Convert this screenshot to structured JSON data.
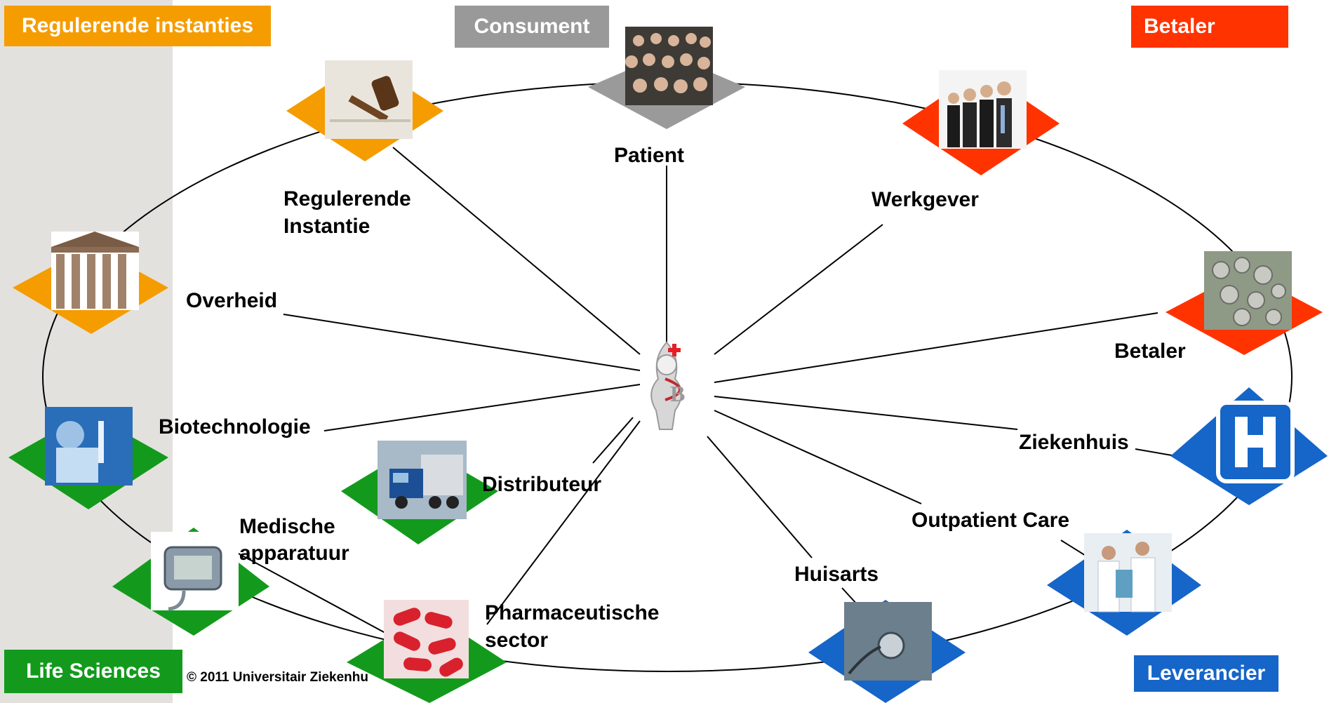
{
  "category_boxes": {
    "regulators": "Regulerende instanties",
    "consumer": "Consument",
    "payer": "Betaler",
    "life_sciences": "Life Sciences",
    "supplier": "Leverancier"
  },
  "colors": {
    "orange": "#f59c00",
    "gray": "#999999",
    "red": "#ff3300",
    "green": "#139a1c",
    "blue": "#1665c8",
    "sidebar": "#e3e1de"
  },
  "nodes": {
    "patient": "Patient",
    "werkgever": "Werkgever",
    "betaler": "Betaler",
    "ziekenhuis": "Ziekenhuis",
    "outpatient": "Outpatient Care",
    "huisarts": "Huisarts",
    "pharma": [
      "Pharmaceutische",
      "sector"
    ],
    "distributeur": "Distributeur",
    "medische": [
      "Medische",
      "apparatuur"
    ],
    "biotech": "Biotechnologie",
    "overheid": "Overheid",
    "regulerende": [
      "Regulerende",
      "Instantie"
    ]
  },
  "copyright": "© 2011 Universitair Ziekenhu"
}
